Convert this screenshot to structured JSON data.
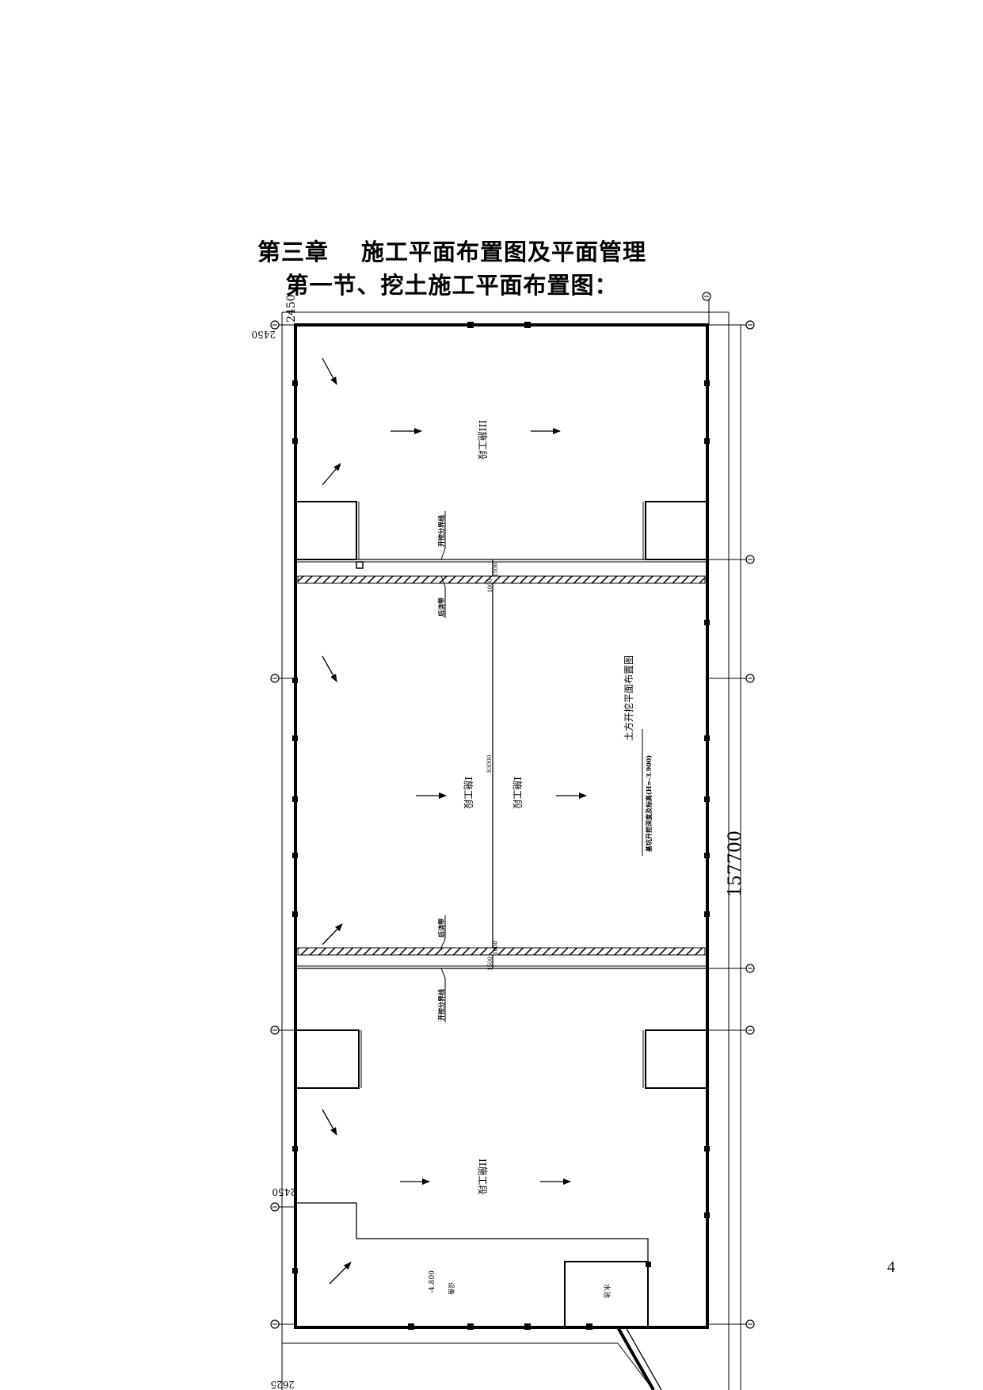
{
  "page": {
    "chapter_title": "第三章　 施工平面布置图及平面管理",
    "section_title": "第一节、挖土施工平面布置图：",
    "page_number": "4"
  },
  "drawing": {
    "dimensions": {
      "top_offset": "2450",
      "top_offset_mirrored": "2450",
      "lower_offset": "2450",
      "bottom_offset": "2625",
      "total_length": "157700",
      "middle_length": "83000",
      "band_width_top": "1000",
      "band_width_top_2": "1500",
      "band_width_bottom": "1500",
      "band_width_bottom_2": "1000"
    },
    "zones": {
      "zone_iii": "III施工段",
      "zone_i_left": "I施工段",
      "zone_i_right": "I施工段",
      "zone_ii": "II施工段"
    },
    "labels": {
      "boundary_upper": "开挖分界线",
      "post_pour_upper": "后浇带",
      "post_pour_lower": "后浇带",
      "boundary_lower": "开挖分界线",
      "plan_title": "土方开挖平面布置图",
      "plan_subtitle": "基坑开挖深度及标高(H=-3.900)",
      "elevation": "-4.800",
      "pit_label": "设备",
      "water_pool": "水池"
    }
  }
}
